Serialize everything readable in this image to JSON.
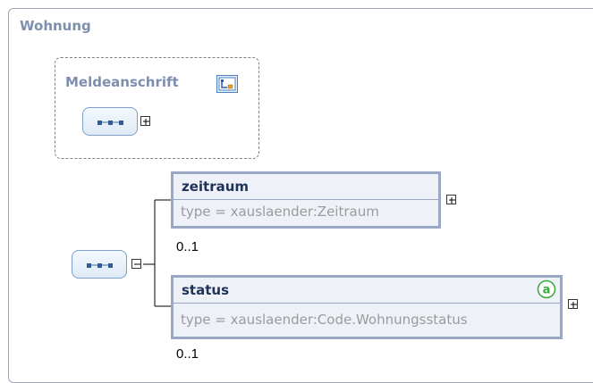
{
  "wohnung": {
    "title": "Wohnung",
    "meldeanschrift": {
      "title": "Meldeanschrift"
    },
    "elements": [
      {
        "name": "zeitraum",
        "type": "type = xauslaender:Zeitraum",
        "occurrence": "0..1"
      },
      {
        "name": "status",
        "type": "type = xauslaender:Code.Wohnungsstatus",
        "occurrence": "0..1"
      }
    ]
  },
  "icons": {
    "group_ref": "schema-group-reference-icon",
    "sequence": "sequence-compositor-icon",
    "expand": "expand-plus-icon",
    "collapse": "collapse-minus-icon",
    "attributes": "attributes-icon"
  },
  "colors": {
    "title": "#7e8fae",
    "element_border": "#9aa8c4",
    "element_fill": "#eef2f8",
    "element_name": "#1f3358",
    "type_text": "#9b9b9b",
    "attr_icon": "#3aa83a"
  }
}
